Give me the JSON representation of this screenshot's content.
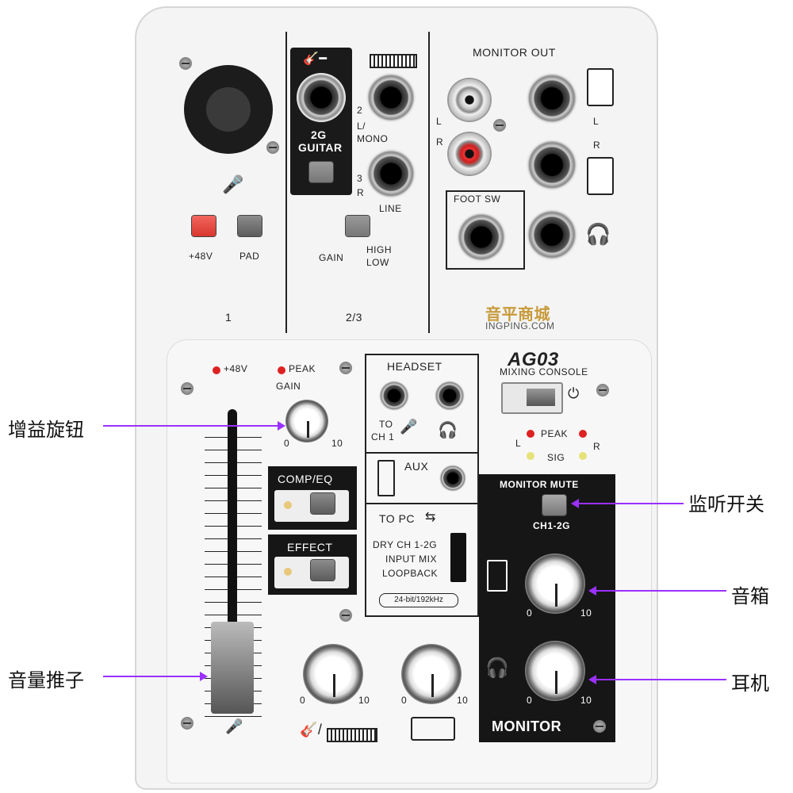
{
  "top": {
    "ch1": {
      "phantom_label": "+48V",
      "pad_label": "PAD",
      "channel_number": "1"
    },
    "ch23": {
      "guitar_label_1": "2G",
      "guitar_label_2": "GUITAR",
      "input2_num": "2",
      "input2_label_l": "L/",
      "input2_label_mono": "MONO",
      "input3_num": "3",
      "input3_label": "R",
      "line_label": "LINE",
      "gain_label": "GAIN",
      "high_label": "HIGH",
      "low_label": "LOW",
      "channel_number": "2/3"
    },
    "monitor_out": {
      "title": "MONITOR OUT",
      "l_left": "L",
      "r_left": "R",
      "l_right": "L",
      "r_right": "R",
      "foot_sw": "FOOT SW"
    }
  },
  "watermark": {
    "main": "音平商城",
    "sub": "INGPING.COM"
  },
  "brand": {
    "model": "AG03",
    "subtitle": "MIXING CONSOLE"
  },
  "ch1_strip": {
    "phantom_led_label": "+48V",
    "peak_led_label": "PEAK",
    "gain_label": "GAIN",
    "gain_min": "0",
    "gain_max": "10",
    "comp_eq_label": "COMP/EQ",
    "effect_label": "EFFECT"
  },
  "headset": {
    "title": "HEADSET",
    "to_label": "TO",
    "ch1_label": "CH 1"
  },
  "aux": {
    "label": "AUX"
  },
  "to_pc": {
    "title": "TO PC",
    "options": [
      "DRY CH 1-2G",
      "INPUT MIX",
      "LOOPBACK"
    ],
    "badge": "24-bit/192kHz"
  },
  "meters": {
    "l": "L",
    "r": "R",
    "peak": "PEAK",
    "sig": "SIG"
  },
  "monitor": {
    "mute_label": "MONITOR MUTE",
    "mute_sub": "CH1-2G",
    "speaker_min": "0",
    "speaker_max": "10",
    "phones_min": "0",
    "phones_max": "10",
    "title": "MONITOR"
  },
  "ch23_strip": {
    "min": "0",
    "max": "10"
  },
  "usb_strip": {
    "min": "0",
    "max": "10"
  },
  "annotations": {
    "gain_knob": "增益旋钮",
    "fader": "音量推子",
    "monitor_switch": "监听开关",
    "speaker": "音箱",
    "headphones": "耳机"
  },
  "colors": {
    "accent_red": "#e8453c",
    "annotation_arrow": "#9b30ff",
    "panel_black": "#161616"
  }
}
